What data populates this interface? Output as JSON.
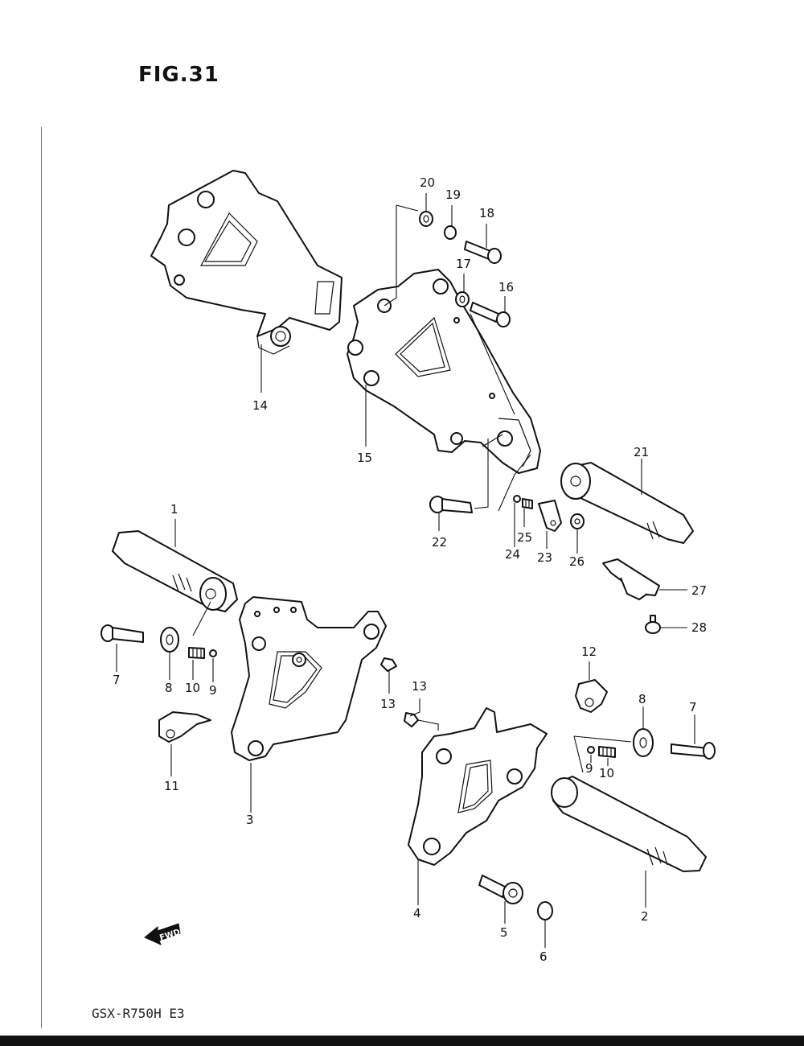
{
  "figure": {
    "title": "FIG.31",
    "model": "GSX-R750H E3"
  },
  "fwd_arrow": {
    "label": "FWD"
  },
  "callouts": {
    "c1": "1",
    "c2": "2",
    "c3": "3",
    "c4": "4",
    "c5": "5",
    "c6": "6",
    "c7a": "7",
    "c7b": "7",
    "c8a": "8",
    "c8b": "8",
    "c9a": "9",
    "c9b": "9",
    "c10a": "10",
    "c10b": "10",
    "c11": "11",
    "c12": "12",
    "c13a": "13",
    "c13b": "13",
    "c14": "14",
    "c15": "15",
    "c16": "16",
    "c17": "17",
    "c18": "18",
    "c19": "19",
    "c20": "20",
    "c21": "21",
    "c22": "22",
    "c23": "23",
    "c24": "24",
    "c25": "25",
    "c26": "26",
    "c27": "27",
    "c28": "28"
  }
}
